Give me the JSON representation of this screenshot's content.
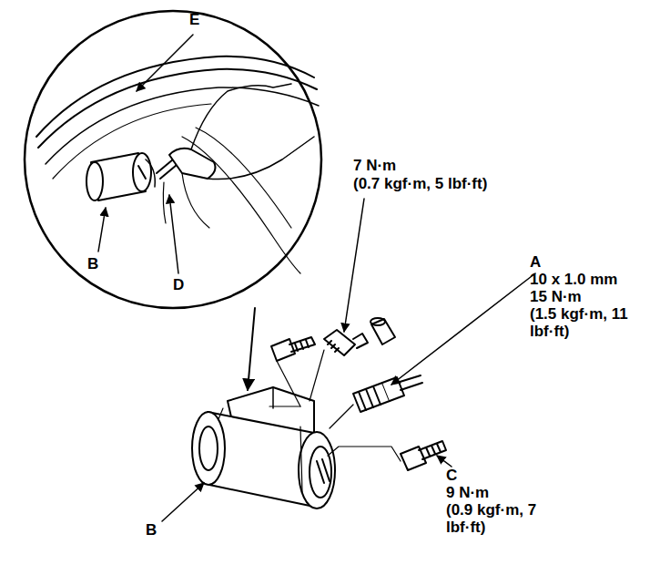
{
  "diagram": {
    "labels": [
      "E",
      "B",
      "D",
      "7 N·m",
      "(0.7 kgf·m, 5 lbf·ft)",
      "A",
      "10 x 1.0 mm",
      "15 N·m",
      "(1.5 kgf·m, 11 lbf·ft)",
      "C",
      "9 N·m",
      "(0.9 kgf·m, 7 lbf·ft)",
      "B"
    ]
  }
}
